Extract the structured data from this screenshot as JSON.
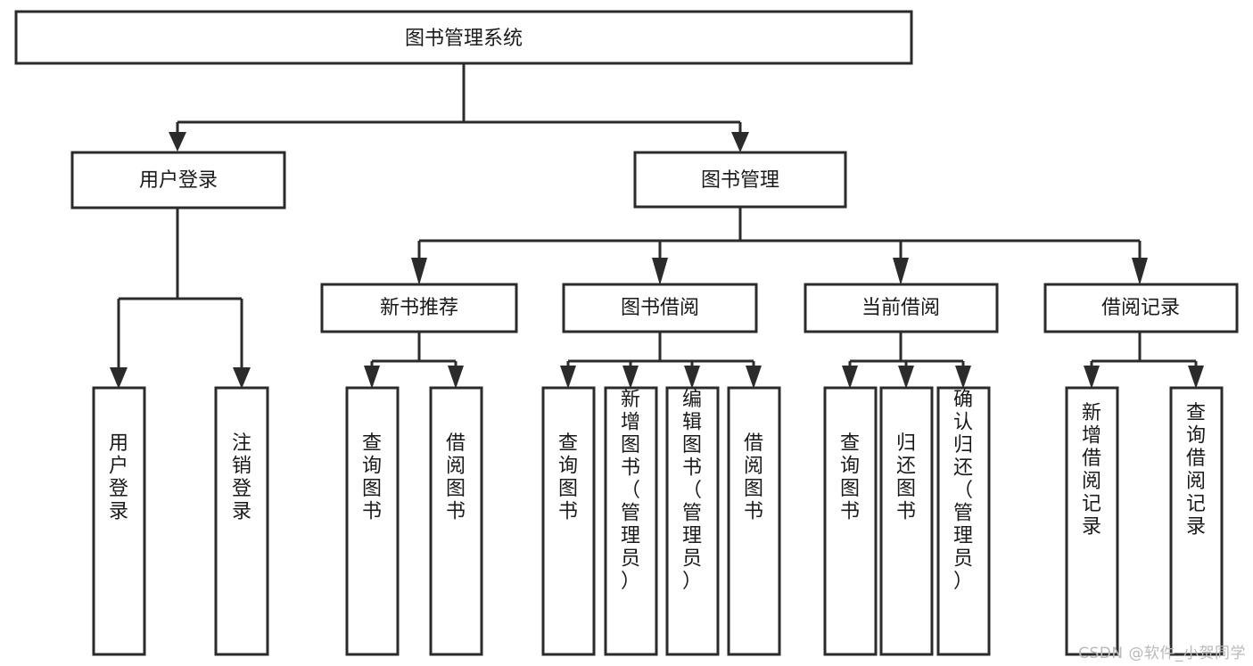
{
  "diagram": {
    "type": "tree",
    "title": "图书管理系统",
    "watermark": "CSDN @软件_小贺同学",
    "colors": {
      "stroke": "#2b2b2b",
      "fill": "#ffffff",
      "text": "#1a1a1a",
      "watermark": "#b9b9b9"
    },
    "nodes": {
      "root": {
        "label": "图书管理系统",
        "orientation": "horizontal"
      },
      "level2": [
        {
          "id": "user-login",
          "label": "用户登录",
          "orientation": "horizontal"
        },
        {
          "id": "book-manage",
          "label": "图书管理",
          "orientation": "horizontal"
        }
      ],
      "level3": [
        {
          "id": "new-book-rec",
          "label": "新书推荐",
          "orientation": "horizontal"
        },
        {
          "id": "book-borrow",
          "label": "图书借阅",
          "orientation": "horizontal"
        },
        {
          "id": "current-borrow",
          "label": "当前借阅",
          "orientation": "horizontal"
        },
        {
          "id": "borrow-record",
          "label": "借阅记录",
          "orientation": "horizontal"
        }
      ],
      "leaves": [
        {
          "id": "leaf-user-login",
          "label": "用户登录",
          "parent": "user-login",
          "orientation": "vertical"
        },
        {
          "id": "leaf-logout-login",
          "label": "注销登录",
          "parent": "user-login",
          "orientation": "vertical"
        },
        {
          "id": "leaf-query-book-1",
          "label": "查询图书",
          "parent": "new-book-rec",
          "orientation": "vertical"
        },
        {
          "id": "leaf-borrow-book-1",
          "label": "借阅图书",
          "parent": "new-book-rec",
          "orientation": "vertical"
        },
        {
          "id": "leaf-query-book-2",
          "label": "查询图书",
          "parent": "book-borrow",
          "orientation": "vertical"
        },
        {
          "id": "leaf-add-book",
          "label": "新增图书（管理员）",
          "parent": "book-borrow",
          "orientation": "vertical"
        },
        {
          "id": "leaf-edit-book",
          "label": "编辑图书（管理员）",
          "parent": "book-borrow",
          "orientation": "vertical"
        },
        {
          "id": "leaf-borrow-book-2",
          "label": "借阅图书",
          "parent": "book-borrow",
          "orientation": "vertical"
        },
        {
          "id": "leaf-query-book-3",
          "label": "查询图书",
          "parent": "current-borrow",
          "orientation": "vertical"
        },
        {
          "id": "leaf-return-book",
          "label": "归还图书",
          "parent": "current-borrow",
          "orientation": "vertical"
        },
        {
          "id": "leaf-confirm-return",
          "label": "确认归还（管理员）",
          "parent": "current-borrow",
          "orientation": "vertical"
        },
        {
          "id": "leaf-add-record",
          "label": "新增借阅记录",
          "parent": "borrow-record",
          "orientation": "vertical"
        },
        {
          "id": "leaf-query-record",
          "label": "查询借阅记录",
          "parent": "borrow-record",
          "orientation": "vertical"
        }
      ]
    }
  }
}
